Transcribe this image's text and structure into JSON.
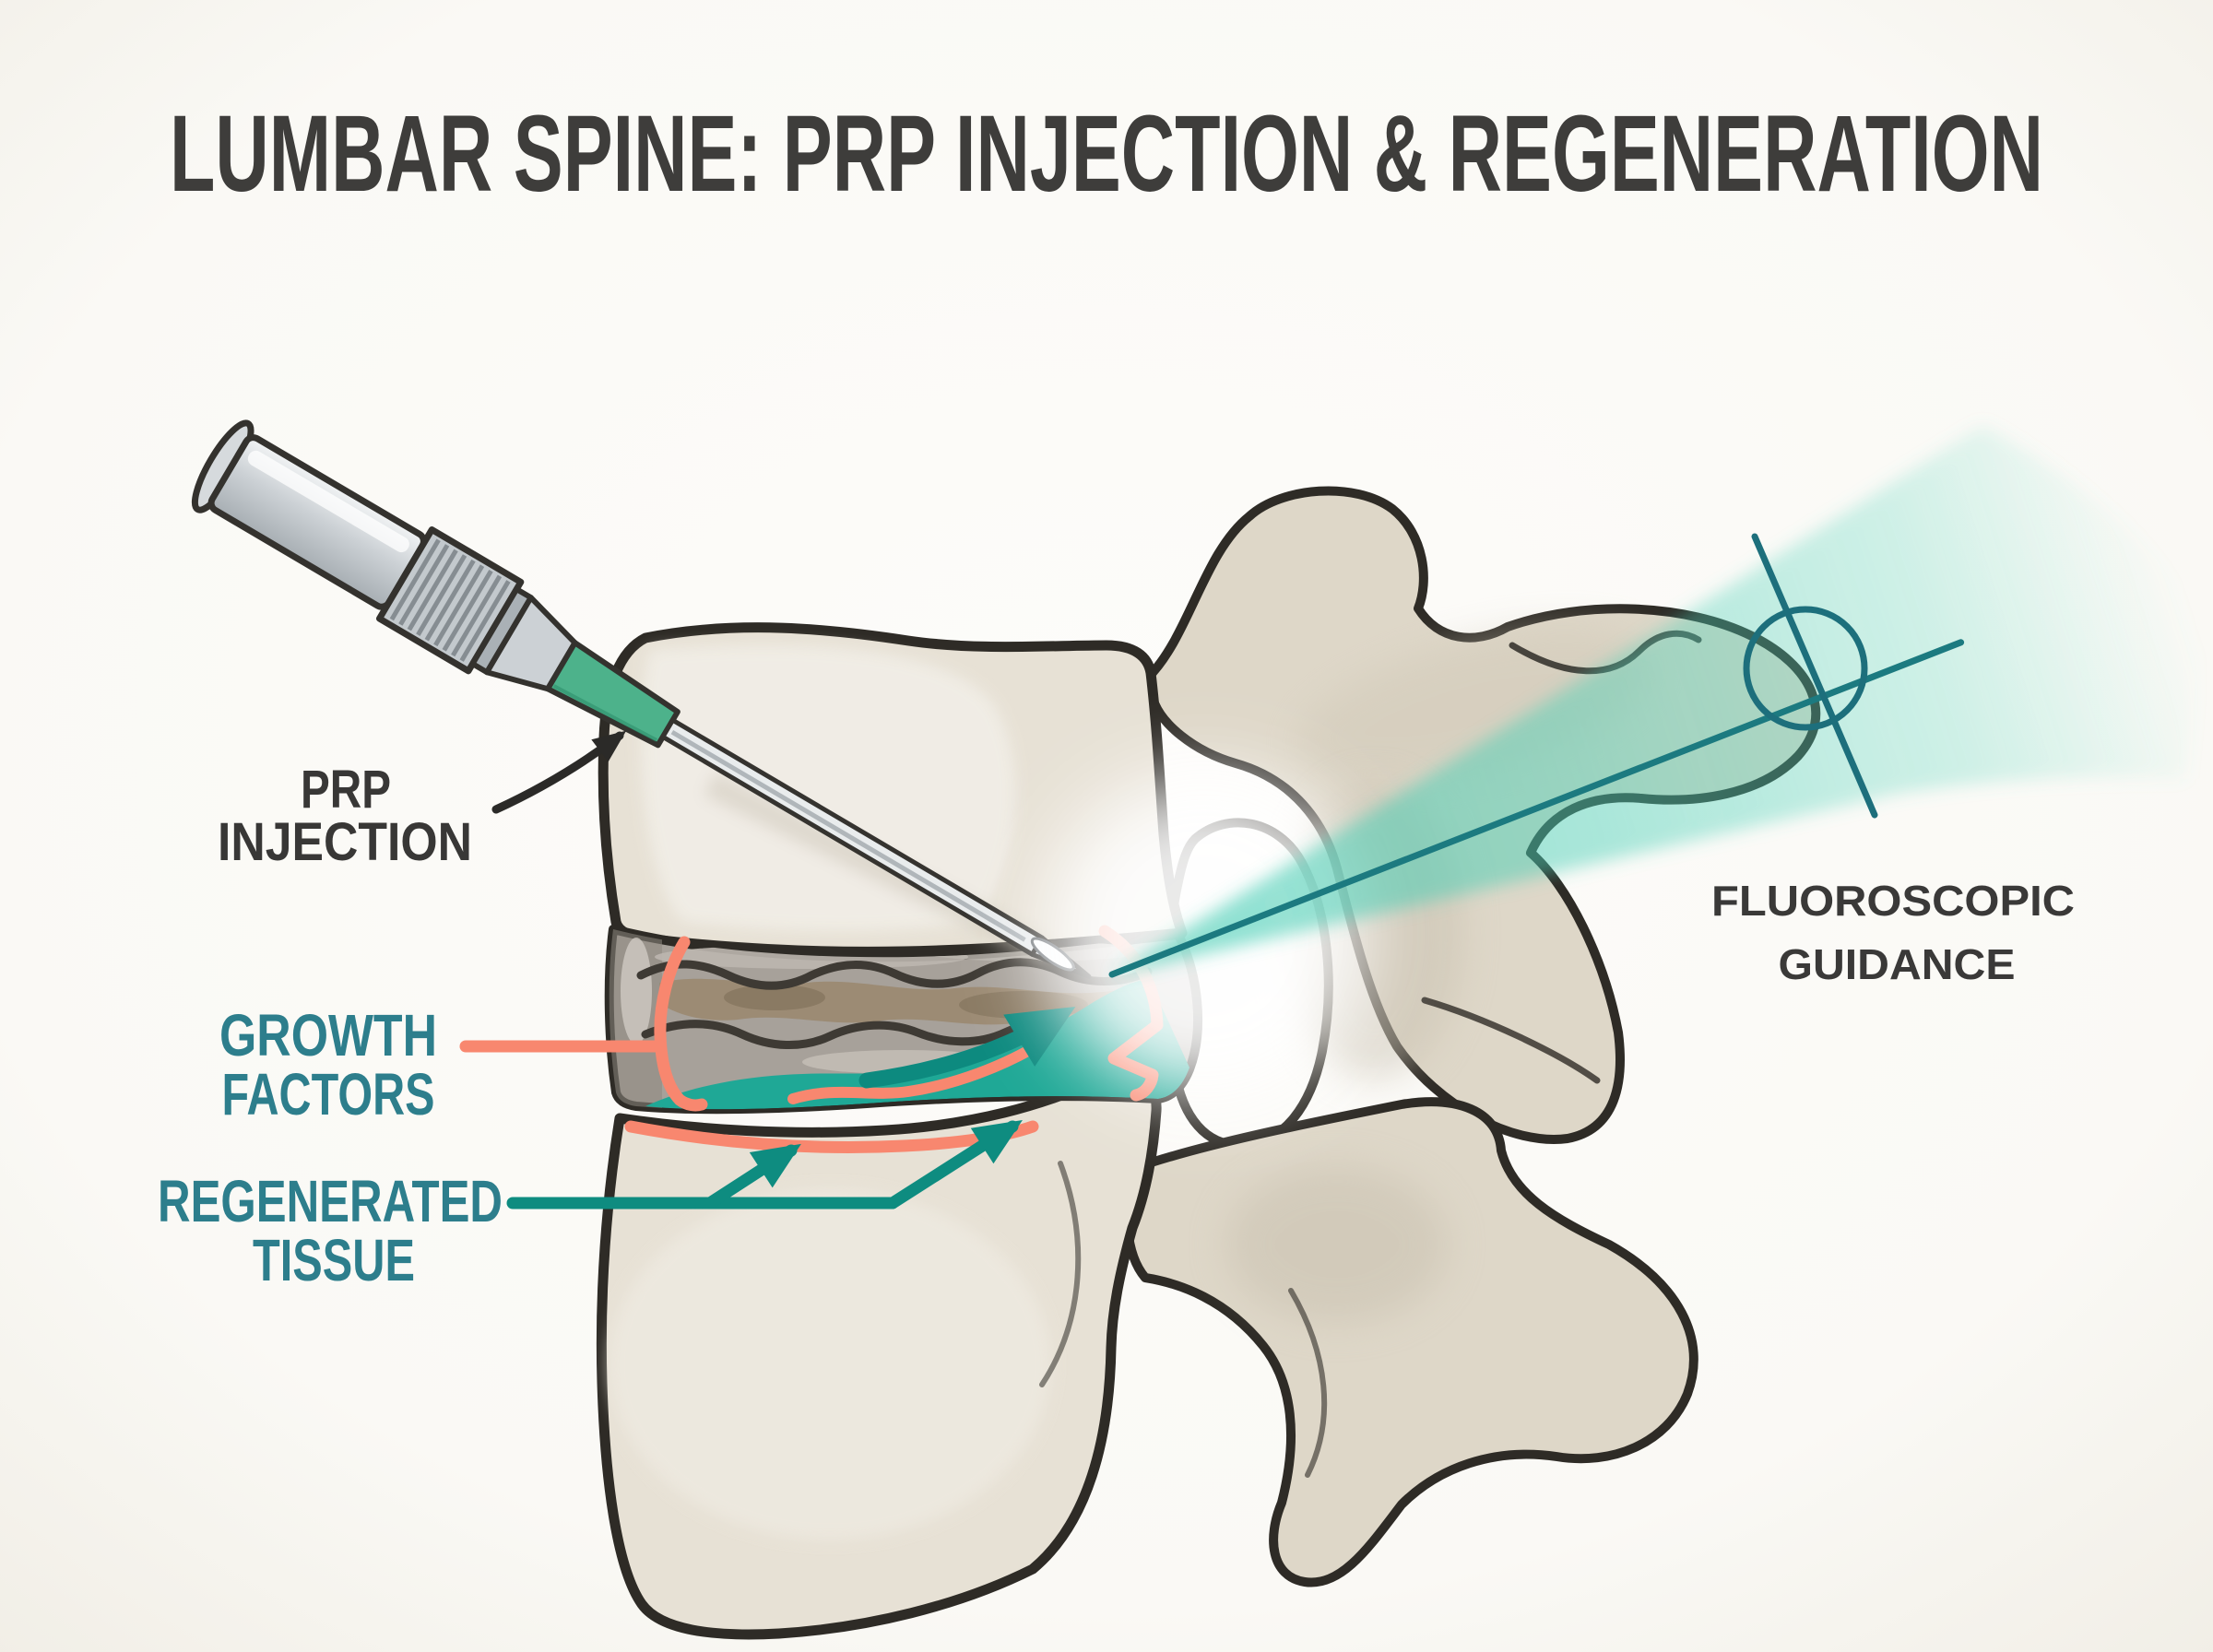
{
  "title": {
    "text": "LUMBAR SPINE: PRP INJECTION & REGENERATION",
    "color": "#3e3d3b"
  },
  "labels": {
    "prp_injection": {
      "line1": "PRP",
      "line2": "INJECTION",
      "color": "#383736"
    },
    "growth_factors": {
      "line1": "GROWTH",
      "line2": "FACTORS",
      "color": "#2d7e8c"
    },
    "regenerated_tissue": {
      "line1": "REGENERATED",
      "line2": "TISSUE",
      "color": "#2d7e8c"
    },
    "fluoroscopic_guidance": {
      "line1": "FLUOROSCOPIC",
      "line2": "GUIDANCE",
      "color": "#3a3938"
    }
  },
  "colors": {
    "background": "#fbfaf7",
    "bone_fill": "#e7e1d5",
    "bone_fill_posterior": "#ded7c8",
    "bone_outline": "#2e2b26",
    "disc_base": "#a7a19a",
    "disc_degeneration_brown": "#9b8a72",
    "salmon_annotation": "#f8876f",
    "teal_leader": "#0e8c80",
    "teal_tissue_pool": "#1fa896",
    "beam_mint": "#3fcbb1",
    "beam_axis_teal": "#1c7a80",
    "crosshair_teal": "#1d6f7c",
    "syringe_gray": "#c9ced2",
    "needle_hub_green": "#4db28b",
    "arrow_black": "#2b2a28",
    "label_teal": "#2d7e8c",
    "label_dark": "#3a3938"
  },
  "icons": [
    {
      "name": "syringe-icon",
      "meaning": "PRP syringe with spinal needle"
    },
    {
      "name": "crosshair-target-icon",
      "meaning": "fluoroscopy targeting reticle"
    }
  ]
}
